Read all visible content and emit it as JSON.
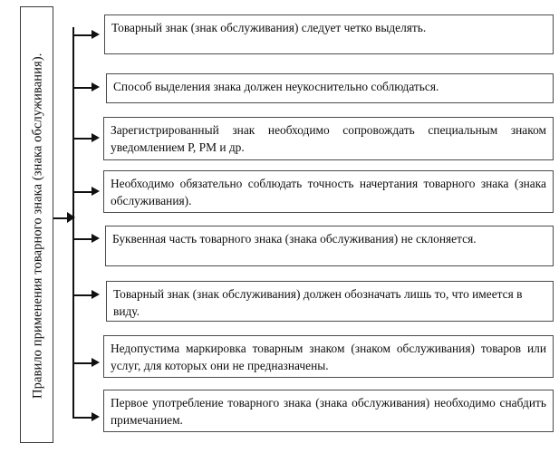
{
  "diagram": {
    "type": "flow-tree",
    "orientation": "left-root-to-right-leaves",
    "root": {
      "label": "Правило применения товарного знака (знака обслуживания).",
      "orientation": "vertical-rotated"
    },
    "connector": {
      "trunk_name": "root-to-spine-arrow",
      "spine_name": "vertical-spine",
      "branch_count": 8,
      "arrow_style": "solid-filled-triangle",
      "color": "#111111"
    },
    "nodes": [
      {
        "index": 1,
        "text": "Товарный знак (знак обслуживания) следует четко выделять.",
        "align": "left",
        "lines": 1
      },
      {
        "index": 2,
        "text": "Способ выделения знака должен неукоснительно соблюдаться.",
        "align": "left",
        "lines": 1
      },
      {
        "index": 3,
        "text": "Зарегистрированный знак необходимо сопровождать специальным знаком уведомлением Р, РМ и др.",
        "align": "justify",
        "lines": 2
      },
      {
        "index": 4,
        "text": "Необходимо обязательно соблюдать точность начертания товарного знака (знака обслуживания).",
        "align": "justify",
        "lines": 2
      },
      {
        "index": 5,
        "text": "Буквенная часть товарного знака (знака обслуживания) не склоняется.",
        "align": "left",
        "lines": 2
      },
      {
        "index": 6,
        "text": "Товарный знак (знак обслуживания) должен обозначать лишь то, что имеется в виду.",
        "align": "left",
        "lines": 2
      },
      {
        "index": 7,
        "text": "Недопустима маркировка товарным знаком (знаком обслуживания) товаров или услуг, для которых они не предназначены.",
        "align": "justify",
        "lines": 2
      },
      {
        "index": 8,
        "text": "Первое употребление товарного знака (знака обслуживания) необходимо снабдить примечанием.",
        "align": "justify",
        "lines": 2
      }
    ]
  },
  "colors": {
    "background": "#ffffff",
    "text": "#0d0d0d",
    "box_border": "#4a4a4a",
    "arrow": "#111111"
  }
}
